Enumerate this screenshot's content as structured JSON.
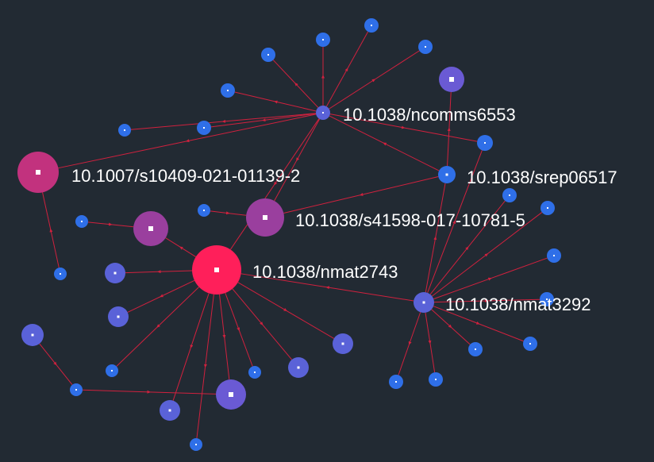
{
  "colors": {
    "background": "#222a33",
    "edge": "#d0213e",
    "node_small": "#2f6fe8",
    "node_mid": "#5a62d8",
    "node_hub": "#ff1f5a",
    "node_magenta": "#c2327e",
    "node_purple": "#9a3f9e",
    "node_violet": "#6a5ad4",
    "label": "#ffffff",
    "center_dot": "#ffffff"
  },
  "graph": {
    "labels": {
      "n1": "10.1038/ncomms6553",
      "n2": "10.1007/s10409-021-01139-2",
      "n3": "10.1038/srep06517",
      "n4": "10.1038/s41598-017-10781-5",
      "n5": "10.1038/nmat2743",
      "n6": "10.1038/nmat3292"
    }
  }
}
